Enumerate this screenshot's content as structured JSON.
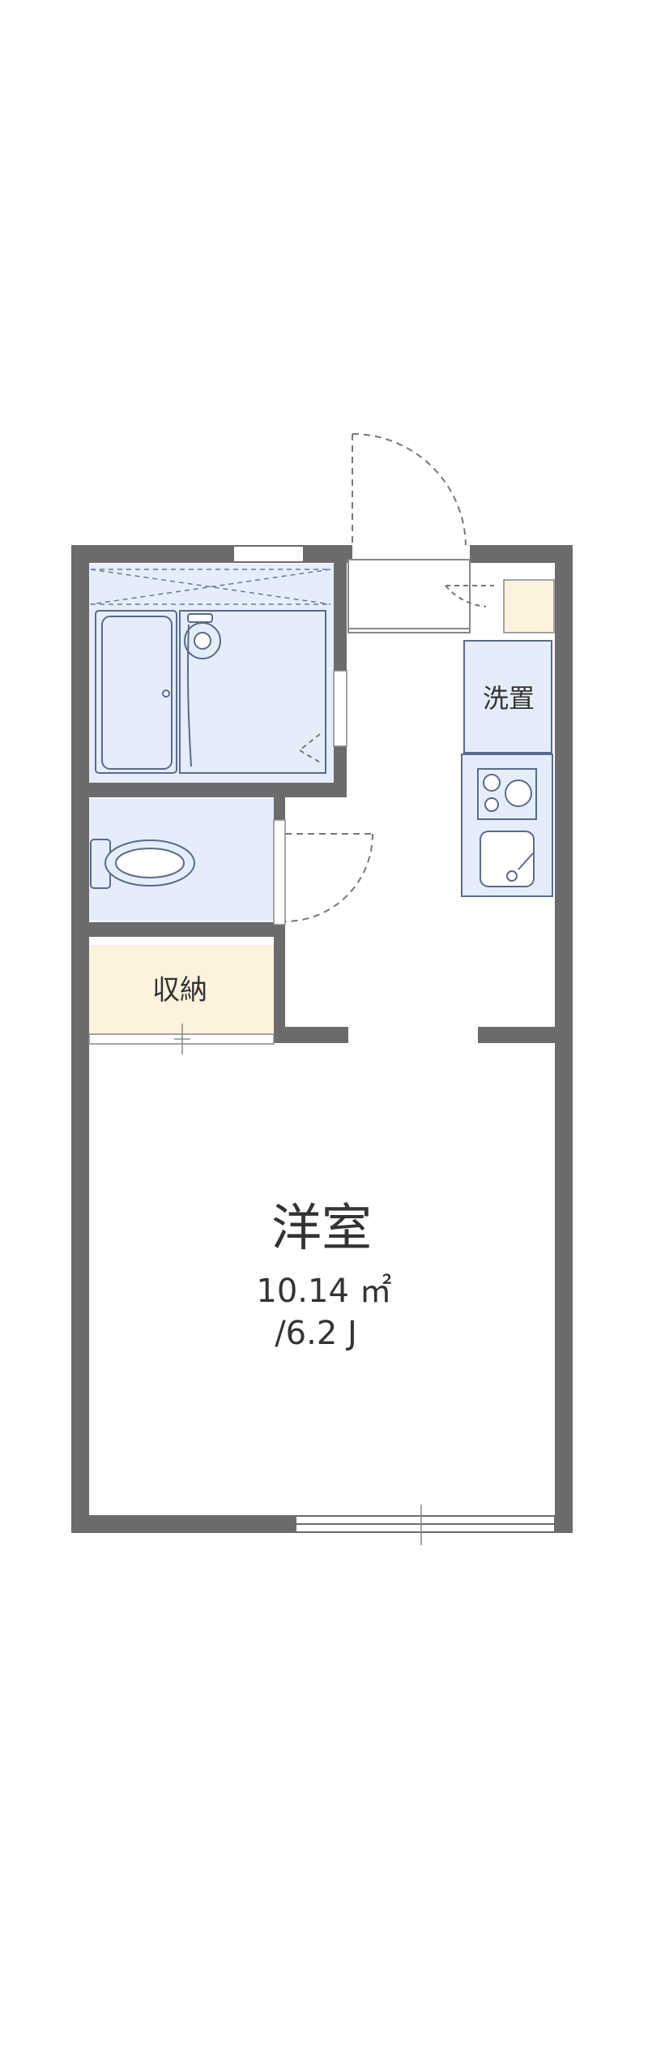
{
  "rooms": {
    "main": {
      "name": "洋室",
      "area": "10.14 ㎡",
      "tatami": "/6.2 J"
    },
    "storage": {
      "name": "収納"
    },
    "laundry": {
      "name": "洗置"
    }
  },
  "colors": {
    "wall": "#6b6b6d",
    "wet_area_fill": "#e4edf9",
    "storage_fill": "#fcf2de",
    "fixture_stroke": "#5a6a8a",
    "door_swing": "#777777"
  }
}
